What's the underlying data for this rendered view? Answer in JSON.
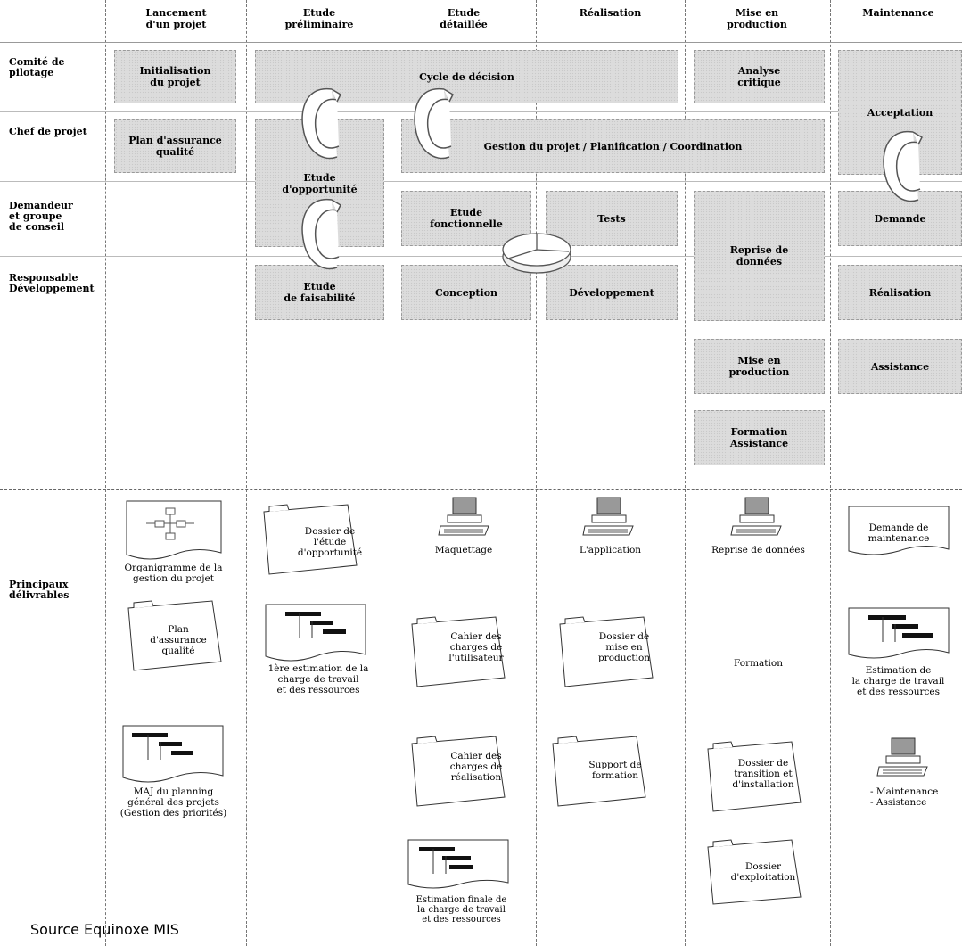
{
  "columns": [
    "Lancement\nd'un projet",
    "Etude\npréliminaire",
    "Etude\ndétaillée",
    "Réalisation",
    "Mise en\nproduction",
    "Maintenance"
  ],
  "rows": [
    "Comité de\npilotage",
    "Chef de projet",
    "Demandeur\net groupe\nde conseil",
    "Responsable\nDéveloppement"
  ],
  "deliverables_label": "Principaux\ndélivrables",
  "boxes": {
    "initialisation": "Initialisation\ndu projet",
    "cycle_decision": "Cycle de décision",
    "analyse_critique": "Analyse\ncritique",
    "acceptation": "Acceptation",
    "plan_assurance": "Plan d'assurance\nqualité",
    "etude_opportunite": "Etude\nd'opportunité",
    "gestion_projet": "Gestion du projet / Planification / Coordination",
    "etude_fonctionnelle": "Etude\nfonctionnelle",
    "tests": "Tests",
    "reprise_donnees": "Reprise de\ndonnées",
    "demande": "Demande",
    "etude_faisabilite": "Etude\nde faisabilité",
    "conception": "Conception",
    "developpement": "Développement",
    "realisation": "Réalisation",
    "mise_en_production": "Mise en\nproduction",
    "assistance": "Assistance",
    "formation_assistance": "Formation\nAssistance"
  },
  "deliverables": {
    "organigramme": "Organigramme de la\ngestion du projet",
    "plan_assurance": "Plan\nd'assurance\nqualité",
    "maj_planning": "MAJ du planning\ngénéral des projets\n(Gestion des priorités)",
    "dossier_opportunite": "Dossier de\nl'étude\nd'opportunité",
    "estimation_1": "1ère estimation de la\ncharge de travail\net des ressources",
    "maquettage": "Maquettage",
    "cahier_utilisateur": "Cahier des\ncharges de\nl'utilisateur",
    "cahier_realisation": "Cahier des\ncharges de\nréalisation",
    "estimation_finale": "Estimation finale de\nla charge de travail\net des ressources",
    "application": "L'application",
    "dossier_mep": "Dossier de\nmise en\nproduction",
    "support_formation": "Support de\nformation",
    "reprise_donnees": "Reprise de données",
    "formation": "Formation",
    "dossier_transition": "Dossier de\ntransition et\nd'installation",
    "dossier_exploitation": "Dossier\nd'exploitation",
    "demande_maintenance": "Demande de\nmaintenance",
    "estimation_maint": "Estimation de\nla charge de travail\net des ressources",
    "maintenance_assistance": "- Maintenance\n- Assistance"
  },
  "source": "Source Equinoxe MIS",
  "colors": {
    "box_fill": "#dcdcdc",
    "line": "#777777"
  }
}
